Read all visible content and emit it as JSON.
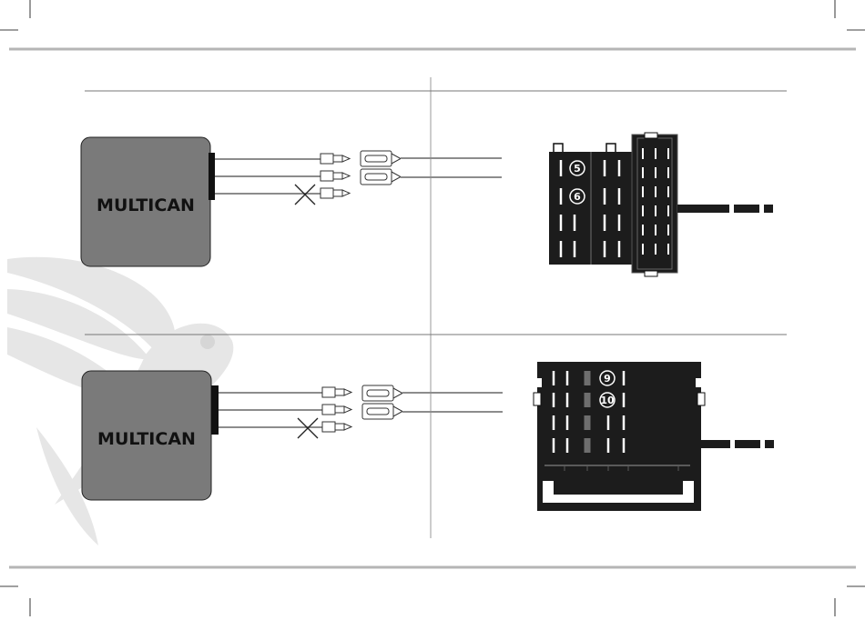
{
  "colors": {
    "page_background": "#ffffff",
    "module_fill": "#7a7a7a",
    "connector_fill": "#1c1c1c",
    "wire": "#8c8c8c",
    "rule": "#b5b5b5",
    "parrot_watermark": "#e6e6e6"
  },
  "panels": [
    {
      "module_label": "MULTICAN",
      "connector_type": "split-block-connector",
      "pin_labels": [
        "5",
        "6"
      ],
      "wires": [
        {
          "wire": 1,
          "connected": true
        },
        {
          "wire": 2,
          "connected": true
        },
        {
          "wire": 3,
          "connected": false,
          "marker": "cut-mark-icon"
        }
      ]
    },
    {
      "module_label": "MULTICAN",
      "connector_type": "quadlock-connector",
      "pin_labels": [
        "9",
        "10"
      ],
      "wires": [
        {
          "wire": 1,
          "connected": true
        },
        {
          "wire": 2,
          "connected": true
        },
        {
          "wire": 3,
          "connected": false,
          "marker": "cut-mark-icon"
        }
      ]
    }
  ],
  "watermark": "parrot-logo-icon"
}
